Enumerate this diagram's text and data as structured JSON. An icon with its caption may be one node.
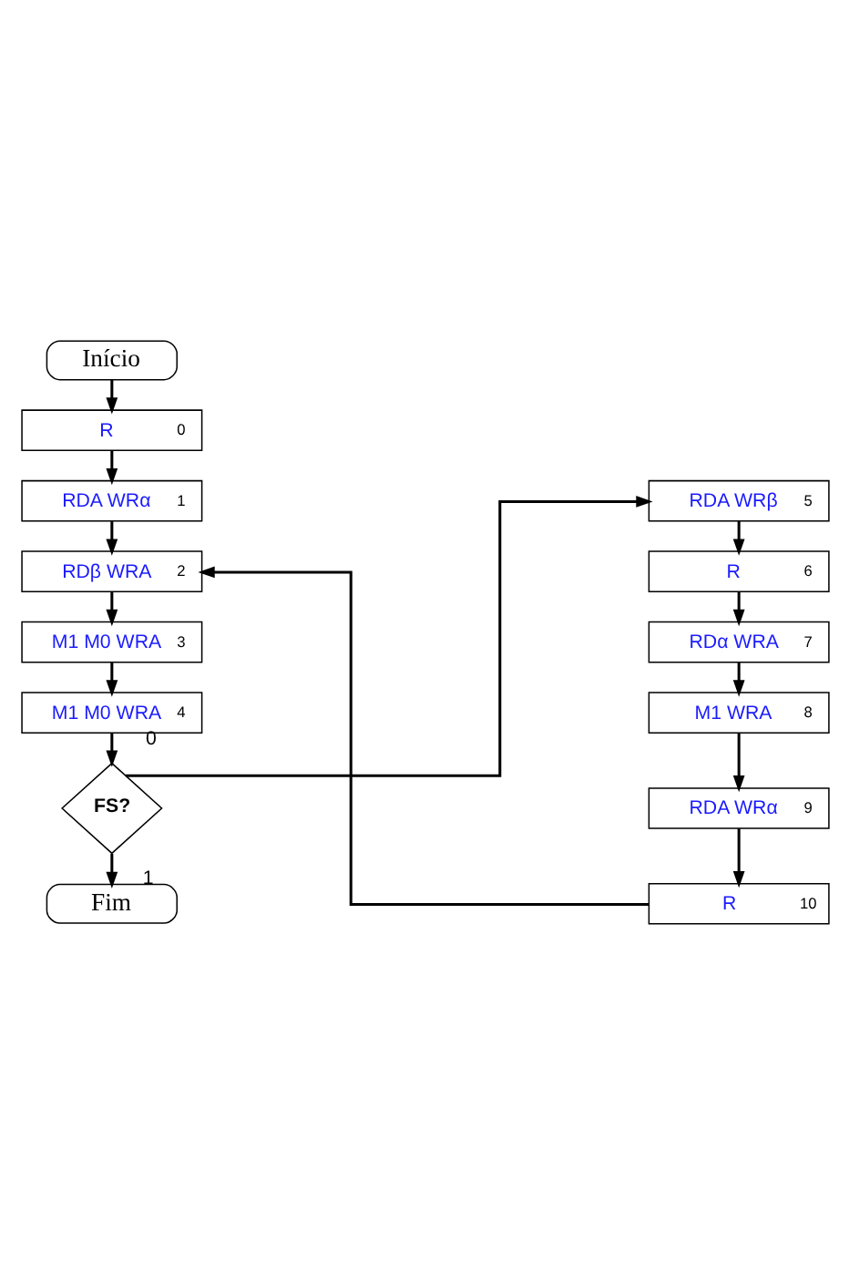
{
  "diagram": {
    "nodes": [
      {
        "text": [
          "Início"
        ]
      },
      {
        "text": [
          "R",
          "0"
        ]
      },
      {
        "text": [
          "RDA WRα",
          "1"
        ]
      },
      {
        "text": [
          "RDβ WRA",
          "2"
        ]
      },
      {
        "text": [
          "M1 M0 WRA",
          "3"
        ]
      },
      {
        "text": [
          "M1 M0 WRA",
          "4"
        ]
      },
      {
        "text": [
          "FS?"
        ]
      },
      {
        "text": [
          "Fim"
        ]
      },
      {
        "text": [
          "RDA WRβ",
          "5"
        ]
      },
      {
        "text": [
          "R",
          "6"
        ]
      },
      {
        "text": [
          "RDα WRA",
          "7"
        ]
      },
      {
        "text": [
          "M1 WRA",
          "8"
        ]
      },
      {
        "text": [
          "RDA WRα",
          "9"
        ]
      },
      {
        "text": [
          "R",
          "10"
        ]
      }
    ],
    "edges": [
      {
        "from": 0,
        "to": 1,
        "arrow": "to"
      },
      {
        "from": 1,
        "to": 2,
        "arrow": "to"
      },
      {
        "from": 2,
        "to": 3,
        "arrow": "to"
      },
      {
        "from": 3,
        "to": 4,
        "arrow": "to"
      },
      {
        "from": 4,
        "to": 5,
        "arrow": "to"
      },
      {
        "from": 5,
        "to": 6,
        "arrow": "to"
      },
      {
        "from": 6,
        "to": 7,
        "arrow": "to",
        "label": "1"
      },
      {
        "from": 6,
        "to": 8,
        "arrow": "to",
        "label": "0"
      },
      {
        "from": 8,
        "to": 9,
        "arrow": "to"
      },
      {
        "from": 9,
        "to": 10,
        "arrow": "to"
      },
      {
        "from": 10,
        "to": 11,
        "arrow": "to"
      },
      {
        "from": 11,
        "to": 12,
        "arrow": "to"
      },
      {
        "from": 12,
        "to": 13,
        "arrow": "to"
      },
      {
        "from": 13,
        "to": 3,
        "arrow": "to"
      }
    ]
  }
}
